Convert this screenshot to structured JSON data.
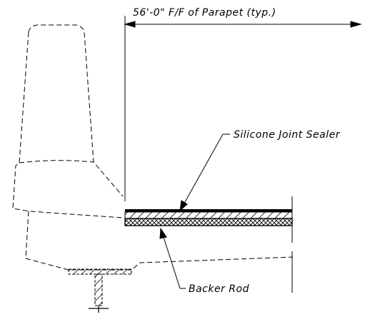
{
  "labels": {
    "dimension": "56'-0\" F/F of Parapet (typ.)",
    "sealer": "Silicone Joint Sealer",
    "backer": "Backer Rod"
  },
  "colors": {
    "line": "#000000",
    "background": "#ffffff"
  }
}
